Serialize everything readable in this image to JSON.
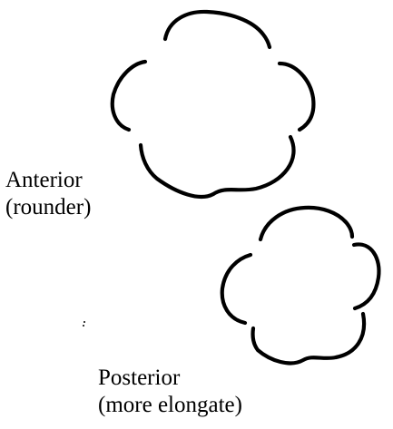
{
  "figure": {
    "anterior": {
      "label": "Anterior",
      "note": "(rounder)"
    },
    "posterior": {
      "label": "Posterior",
      "note": "(more elongate)"
    }
  }
}
